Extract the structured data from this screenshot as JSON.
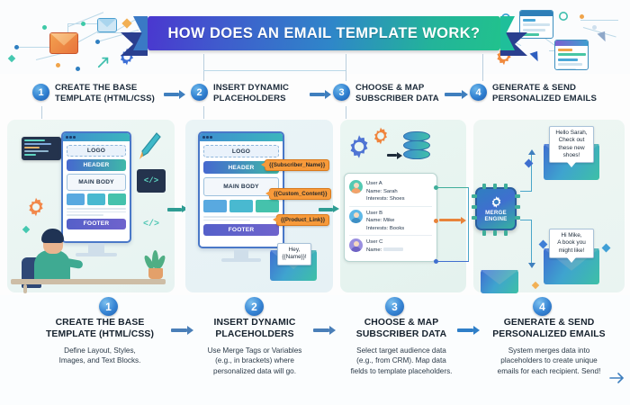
{
  "banner": {
    "title": "HOW DOES AN EMAIL TEMPLATE WORK?"
  },
  "top_steps": [
    {
      "num": "1",
      "label": "CREATE THE BASE\nTEMPLATE (HTML/CSS)"
    },
    {
      "num": "2",
      "label": "INSERT DYNAMIC\nPLACEHOLDERS"
    },
    {
      "num": "3",
      "label": "CHOOSE & MAP\nSUBSCRIBER DATA"
    },
    {
      "num": "4",
      "label": "GENERATE & SEND\nPERSONALIZED EMAILS"
    }
  ],
  "panel1": {
    "template_blocks": {
      "logo": "LOGO",
      "header": "HEADER",
      "body": "MAIN BODY",
      "footer": "FOOTER"
    },
    "code_tag": "</>"
  },
  "panel2": {
    "template_blocks": {
      "logo": "LOGO",
      "header": "HEADER",
      "body": "MAIN BODY",
      "footer": "FOOTER"
    },
    "placeholders": [
      "{{Subscriber_Name}}",
      "{{Custom_Content}}",
      "{{Product_Link}}"
    ],
    "envelope_note": "Hey,\n{{Name}}!"
  },
  "panel3": {
    "users": [
      {
        "id": "User A",
        "name": "Name: Sarah",
        "interests": "Interests: Shoes"
      },
      {
        "id": "User B",
        "name": "Name: Mike",
        "interests": "Interests: Books"
      },
      {
        "id": "User C",
        "name": "Name:",
        "interests": ""
      }
    ]
  },
  "panel4": {
    "engine_label": "MERGE\nENGINE",
    "emails": [
      "Hello Sarah,\nCheck out\nthese new\nshoes!",
      "Hi Mike,\nA book you\nmight like!"
    ]
  },
  "bottom_steps": [
    {
      "num": "1",
      "title": "CREATE THE BASE\nTEMPLATE (HTML/CSS)",
      "desc": "Define Layout, Styles,\nImages, and Text Blocks."
    },
    {
      "num": "2",
      "title": "INSERT DYNAMIC\nPLACEHOLDERS",
      "desc": "Use Merge Tags or Variables\n(e.g., in brackets) where\npersonalized data will go."
    },
    {
      "num": "3",
      "title": "CHOOSE & MAP\nSUBSCRIBER DATA",
      "desc": "Select target audience data\n(e.g., from CRM). Map data\nfields to template placeholders."
    },
    {
      "num": "4",
      "title": "GENERATE & SEND\nPERSONALIZED EMAILS",
      "desc": "System merges data into\nplaceholders to create unique\nemails for each recipient. Send!"
    }
  ],
  "colors": {
    "banner_start": "#4a37cf",
    "banner_end": "#21c28d",
    "step_circle": "#2f7fd0",
    "placeholder_pill": "#f79a3a",
    "arrow_teal": "#2e9c93",
    "arrow_blue": "#3f7fbe",
    "panel_bg": "#eaf4f2"
  }
}
